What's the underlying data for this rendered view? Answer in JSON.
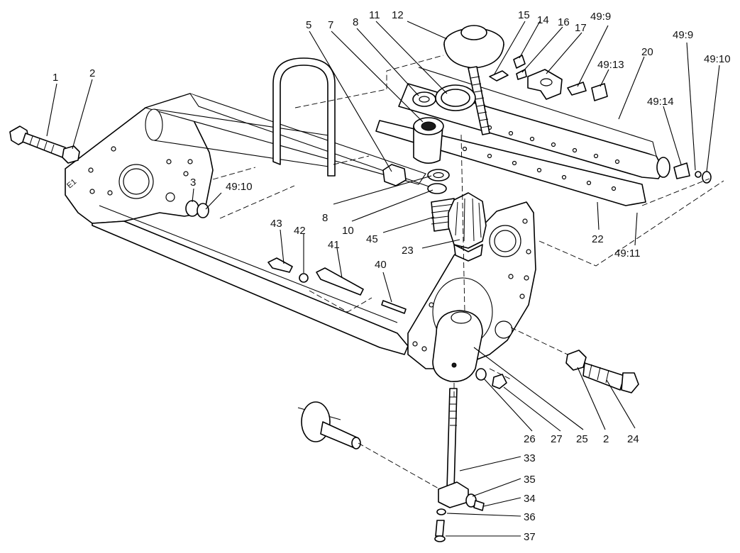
{
  "callouts": [
    {
      "id": "c1",
      "text": "1"
    },
    {
      "id": "c2a",
      "text": "2"
    },
    {
      "id": "c3",
      "text": "3"
    },
    {
      "id": "c49_10a",
      "text": "49:10"
    },
    {
      "id": "c5",
      "text": "5"
    },
    {
      "id": "c7",
      "text": "7"
    },
    {
      "id": "c8a",
      "text": "8"
    },
    {
      "id": "c11",
      "text": "11"
    },
    {
      "id": "c12",
      "text": "12"
    },
    {
      "id": "c15",
      "text": "15"
    },
    {
      "id": "c14",
      "text": "14"
    },
    {
      "id": "c16",
      "text": "16"
    },
    {
      "id": "c17",
      "text": "17"
    },
    {
      "id": "c49_9a",
      "text": "49:9"
    },
    {
      "id": "c49_13",
      "text": "49:13"
    },
    {
      "id": "c20",
      "text": "20"
    },
    {
      "id": "c49_9b",
      "text": "49:9"
    },
    {
      "id": "c49_10b",
      "text": "49:10"
    },
    {
      "id": "c49_14",
      "text": "49:14"
    },
    {
      "id": "c8b",
      "text": "8"
    },
    {
      "id": "c10",
      "text": "10"
    },
    {
      "id": "c45",
      "text": "45"
    },
    {
      "id": "c23",
      "text": "23"
    },
    {
      "id": "c22",
      "text": "22"
    },
    {
      "id": "c49_11",
      "text": "49:11"
    },
    {
      "id": "c43",
      "text": "43"
    },
    {
      "id": "c42",
      "text": "42"
    },
    {
      "id": "c41",
      "text": "41"
    },
    {
      "id": "c40",
      "text": "40"
    },
    {
      "id": "c26",
      "text": "26"
    },
    {
      "id": "c27",
      "text": "27"
    },
    {
      "id": "c25",
      "text": "25"
    },
    {
      "id": "c2b",
      "text": "2"
    },
    {
      "id": "c24",
      "text": "24"
    },
    {
      "id": "c33",
      "text": "33"
    },
    {
      "id": "c35",
      "text": "35"
    },
    {
      "id": "c34",
      "text": "34"
    },
    {
      "id": "c36",
      "text": "36"
    },
    {
      "id": "c37",
      "text": "37"
    }
  ]
}
